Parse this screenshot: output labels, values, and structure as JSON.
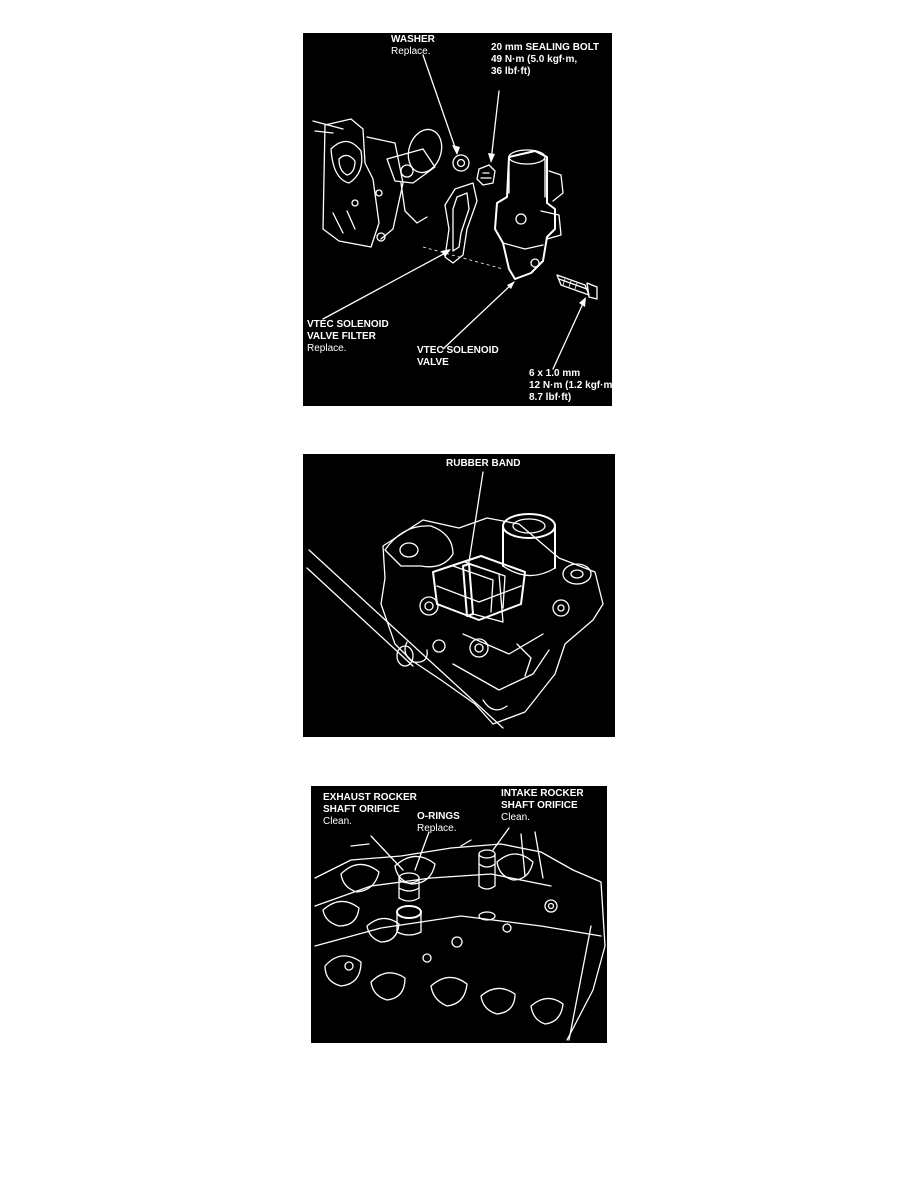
{
  "figures": [
    {
      "labels": {
        "washer": {
          "title": "WASHER",
          "note": "Replace."
        },
        "sealing_bolt": {
          "line1": "20 mm SEALING BOLT",
          "line2": "49 N·m (5.0 kgf·m,",
          "line3": "36 lbf·ft)"
        },
        "filter": {
          "line1": "VTEC SOLENOID",
          "line2": "VALVE FILTER",
          "note": "Replace."
        },
        "solenoid": {
          "line1": "VTEC SOLENOID",
          "line2": "VALVE"
        },
        "bolt": {
          "line1": "6 x 1.0 mm",
          "line2": "12 N·m (1.2 kgf·m,",
          "line3": "8.7 lbf·ft)"
        }
      }
    },
    {
      "labels": {
        "rubber_band": {
          "title": "RUBBER BAND"
        }
      }
    },
    {
      "labels": {
        "exhaust": {
          "line1": "EXHAUST ROCKER",
          "line2": "SHAFT ORIFICE",
          "note": "Clean."
        },
        "orings": {
          "title": "O-RINGS",
          "note": "Replace."
        },
        "intake": {
          "line1": "INTAKE ROCKER",
          "line2": "SHAFT ORIFICE",
          "note": "Clean."
        }
      }
    }
  ]
}
